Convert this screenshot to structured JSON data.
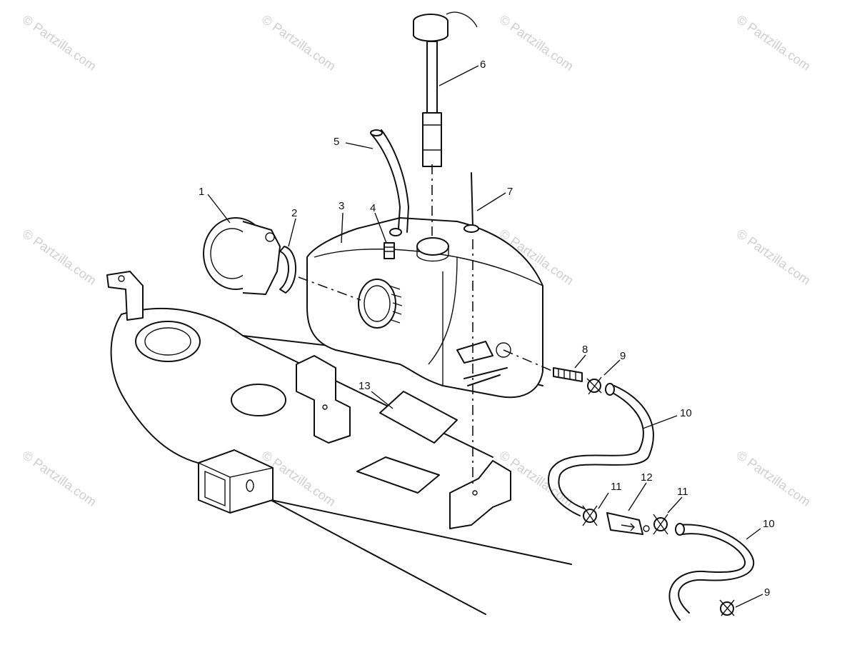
{
  "watermark": {
    "text": "© Partzilla.com",
    "color": "#cfcfcf"
  },
  "callouts": [
    {
      "id": "1",
      "label": "1"
    },
    {
      "id": "2",
      "label": "2"
    },
    {
      "id": "3",
      "label": "3"
    },
    {
      "id": "4",
      "label": "4"
    },
    {
      "id": "5",
      "label": "5"
    },
    {
      "id": "6",
      "label": "6"
    },
    {
      "id": "7",
      "label": "7"
    },
    {
      "id": "8",
      "label": "8"
    },
    {
      "id": "9a",
      "label": "9"
    },
    {
      "id": "10a",
      "label": "10"
    },
    {
      "id": "11a",
      "label": "11"
    },
    {
      "id": "12",
      "label": "12"
    },
    {
      "id": "11b",
      "label": "11"
    },
    {
      "id": "10b",
      "label": "10"
    },
    {
      "id": "9b",
      "label": "9"
    },
    {
      "id": "13",
      "label": "13"
    }
  ]
}
